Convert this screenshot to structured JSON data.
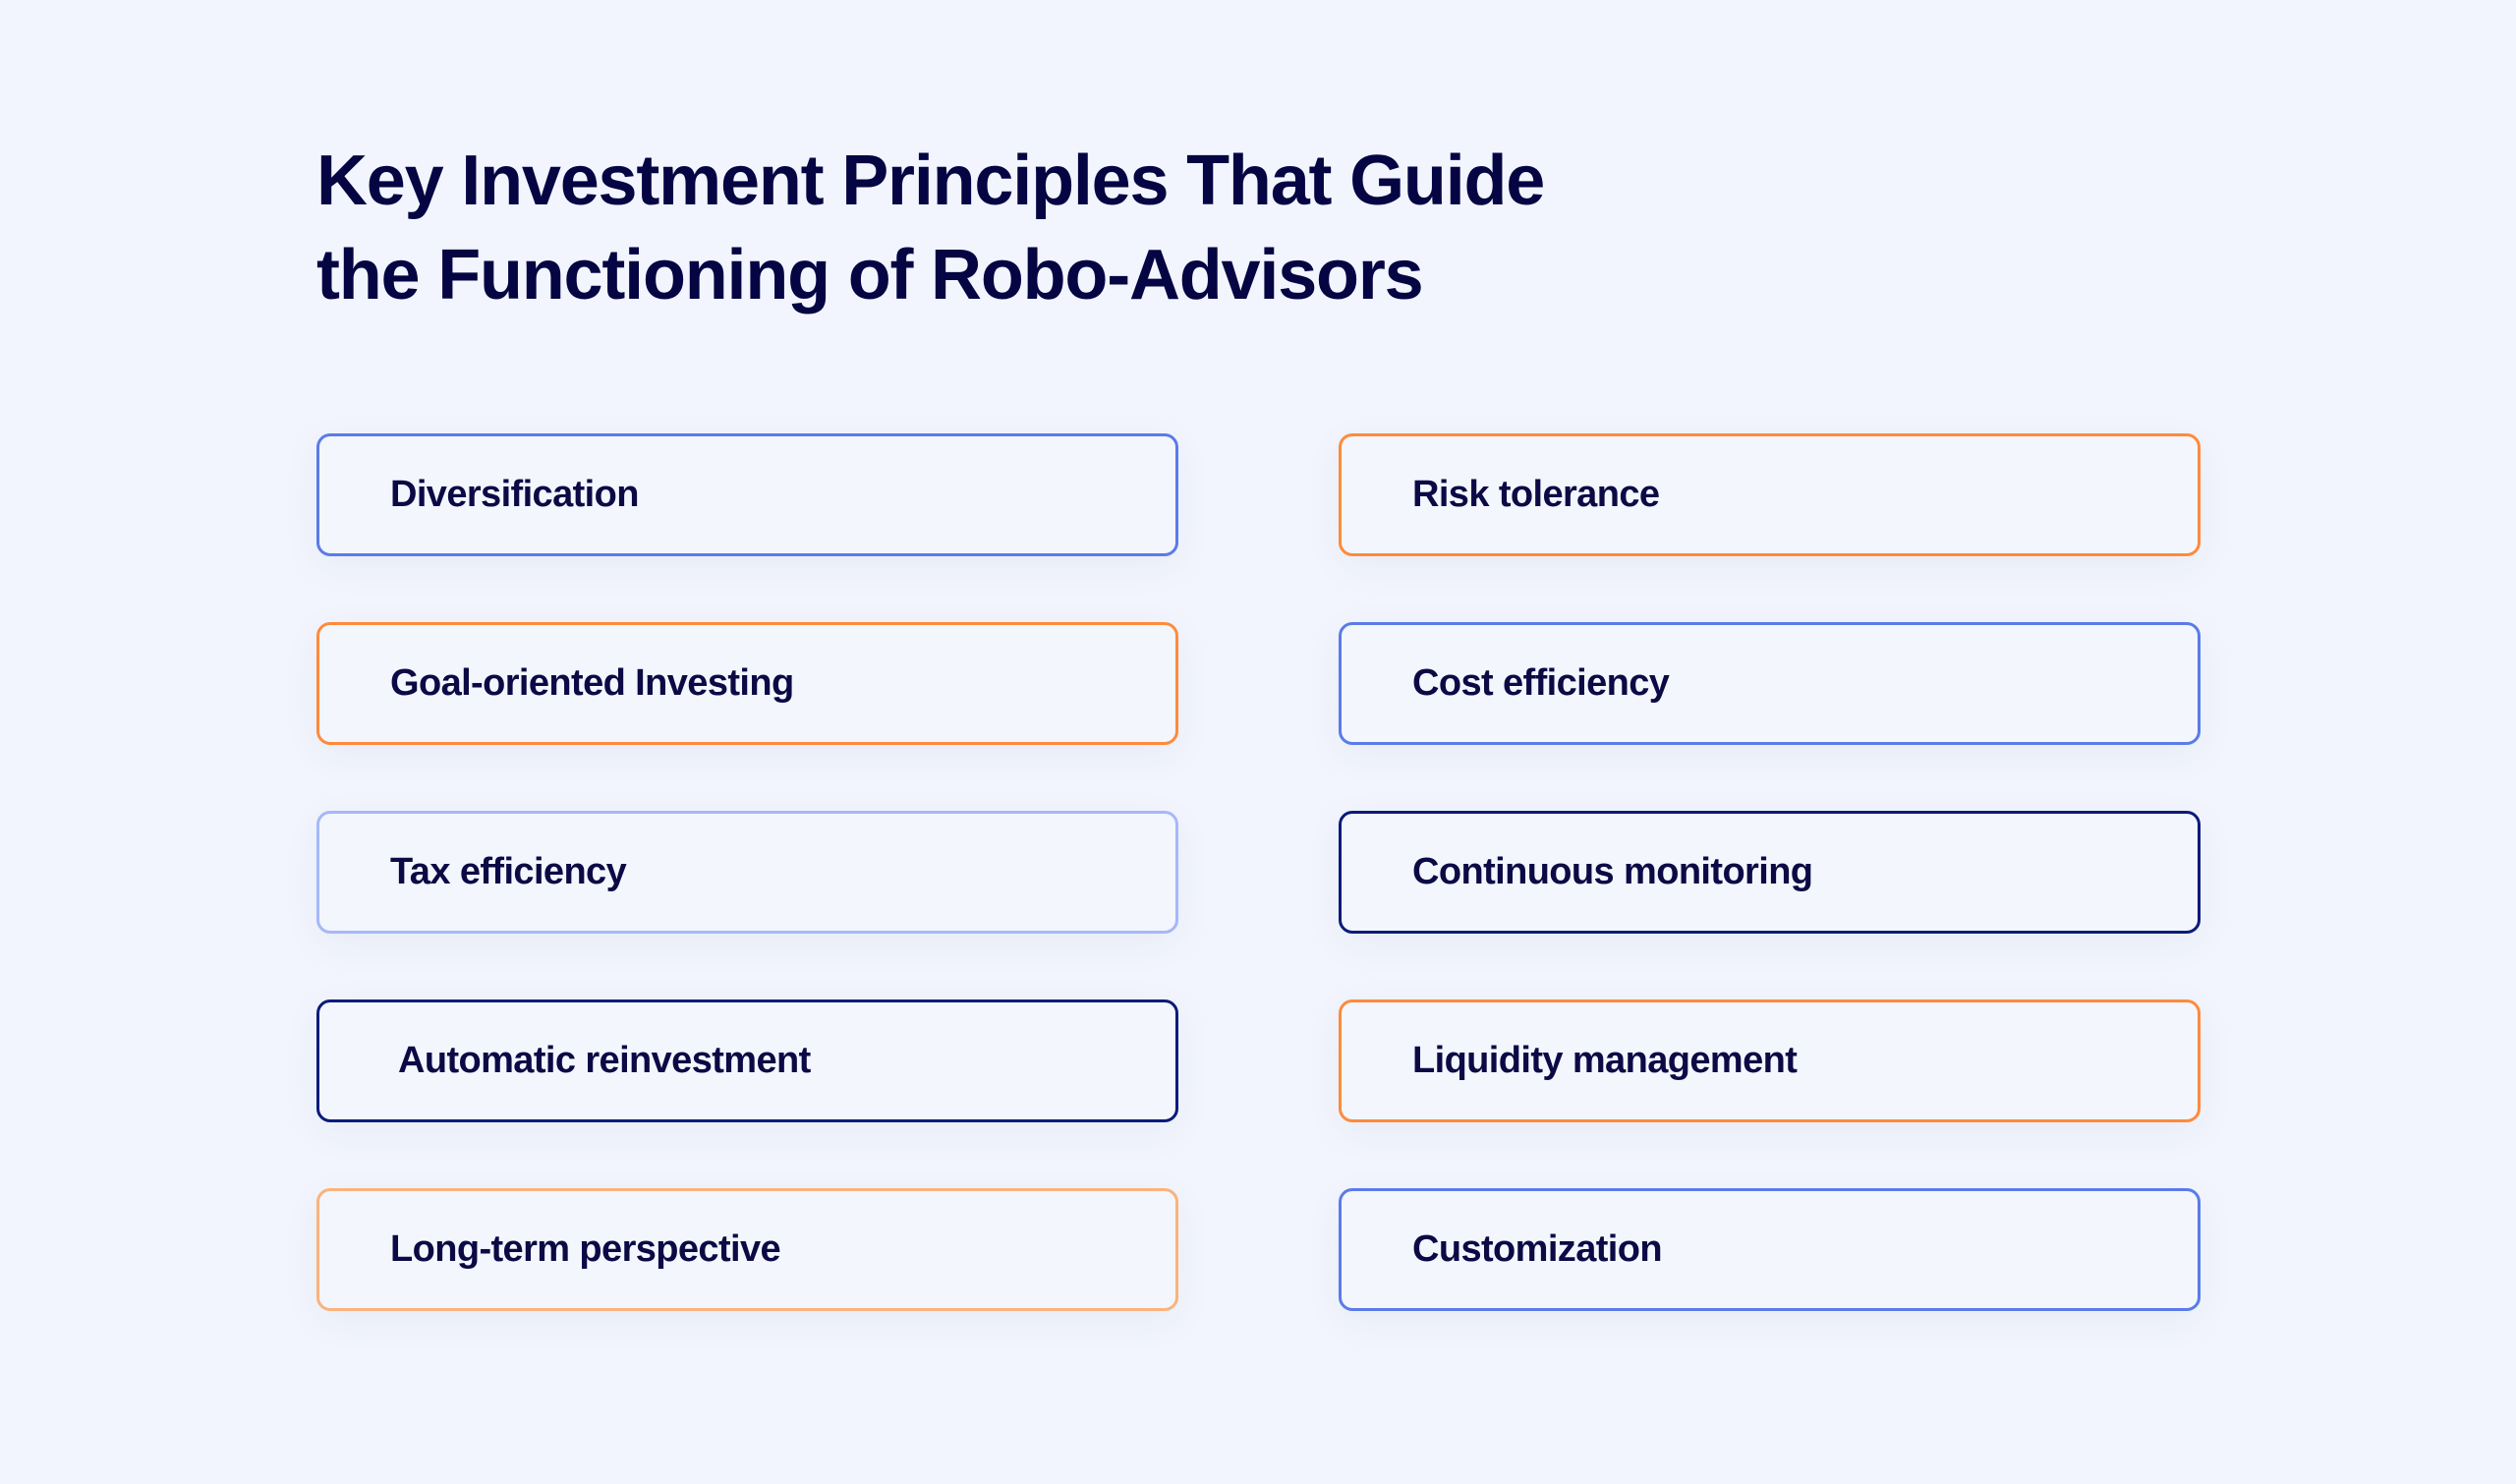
{
  "title": {
    "line1": "Key Investment Principles That Guide",
    "line2": "the Functioning of Robo-Advisors"
  },
  "colors": {
    "background": "#f2f5fd",
    "text": "#0b0a45",
    "blue": "#5b7be8",
    "orange": "#ff8a3d",
    "light_blue": "#a5b8f8",
    "navy": "#0a1b7a",
    "light_orange": "#fbb27c"
  },
  "principles": {
    "left": [
      {
        "label": "Diversification",
        "border": "blue"
      },
      {
        "label": "Goal-oriented Investing",
        "border": "orange"
      },
      {
        "label": "Tax efficiency",
        "border": "light_blue"
      },
      {
        "label": "Automatic reinvestment",
        "border": "navy"
      },
      {
        "label": "Long-term perspective",
        "border": "light_orange"
      }
    ],
    "right": [
      {
        "label": "Risk tolerance",
        "border": "orange"
      },
      {
        "label": "Cost efficiency",
        "border": "blue"
      },
      {
        "label": "Continuous monitoring",
        "border": "navy"
      },
      {
        "label": "Liquidity management",
        "border": "orange"
      },
      {
        "label": "Customization",
        "border": "blue"
      }
    ]
  }
}
